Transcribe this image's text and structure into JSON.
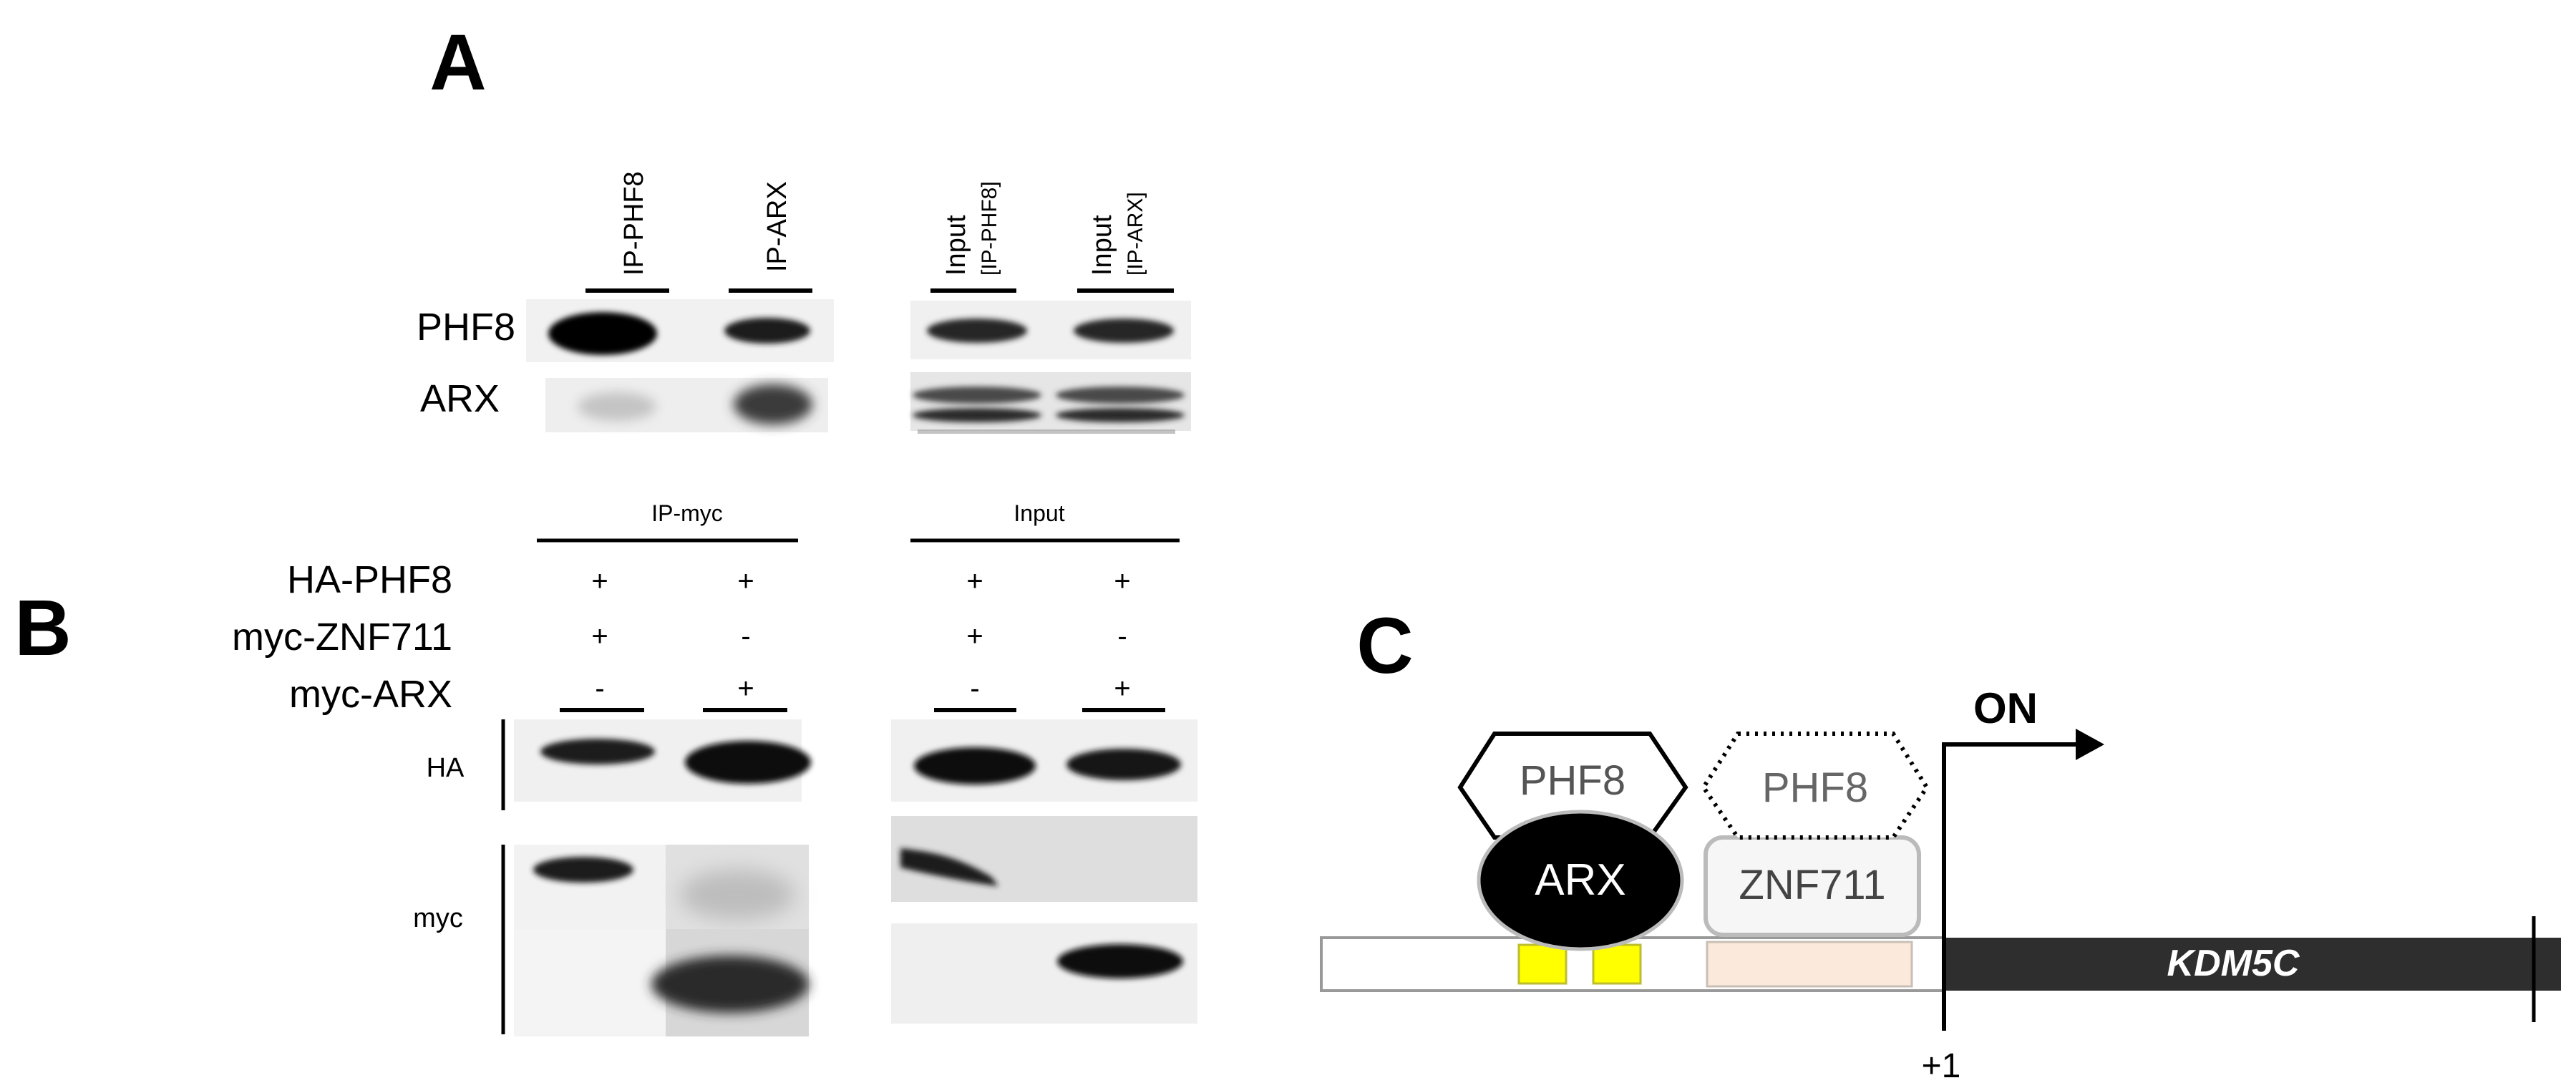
{
  "panel_a": {
    "letter": "A",
    "columns": {
      "ip_phf8": "IP-PHF8",
      "ip_arx": "IP-ARX",
      "input_1_main": "Input",
      "input_1_sub": "[IP-PHF8]",
      "input_2_main": "Input",
      "input_2_sub": "[IP-ARX]"
    },
    "rows": {
      "phf8": "PHF8",
      "arx": "ARX"
    }
  },
  "panel_b": {
    "letter": "B",
    "group_ip": "IP-myc",
    "group_input": "Input",
    "conditions": {
      "ha_phf8": "HA-PHF8",
      "myc_znf711": "myc-ZNF711",
      "myc_arx": "myc-ARX"
    },
    "signs": {
      "ha_phf8": [
        "+",
        "+",
        "+",
        "+"
      ],
      "myc_znf711": [
        "+",
        "-",
        "+",
        "-"
      ],
      "myc_arx": [
        "-",
        "+",
        "-",
        "+"
      ]
    },
    "blots": {
      "ha": "HA",
      "myc": "myc"
    }
  },
  "panel_c": {
    "letter": "C",
    "activity": "ON",
    "protein_phf8": "PHF8",
    "protein_phf8_dotted": "PHF8",
    "protein_arx": "ARX",
    "protein_znf711": "ZNF711",
    "gene": "KDM5C",
    "tss": "+1"
  }
}
